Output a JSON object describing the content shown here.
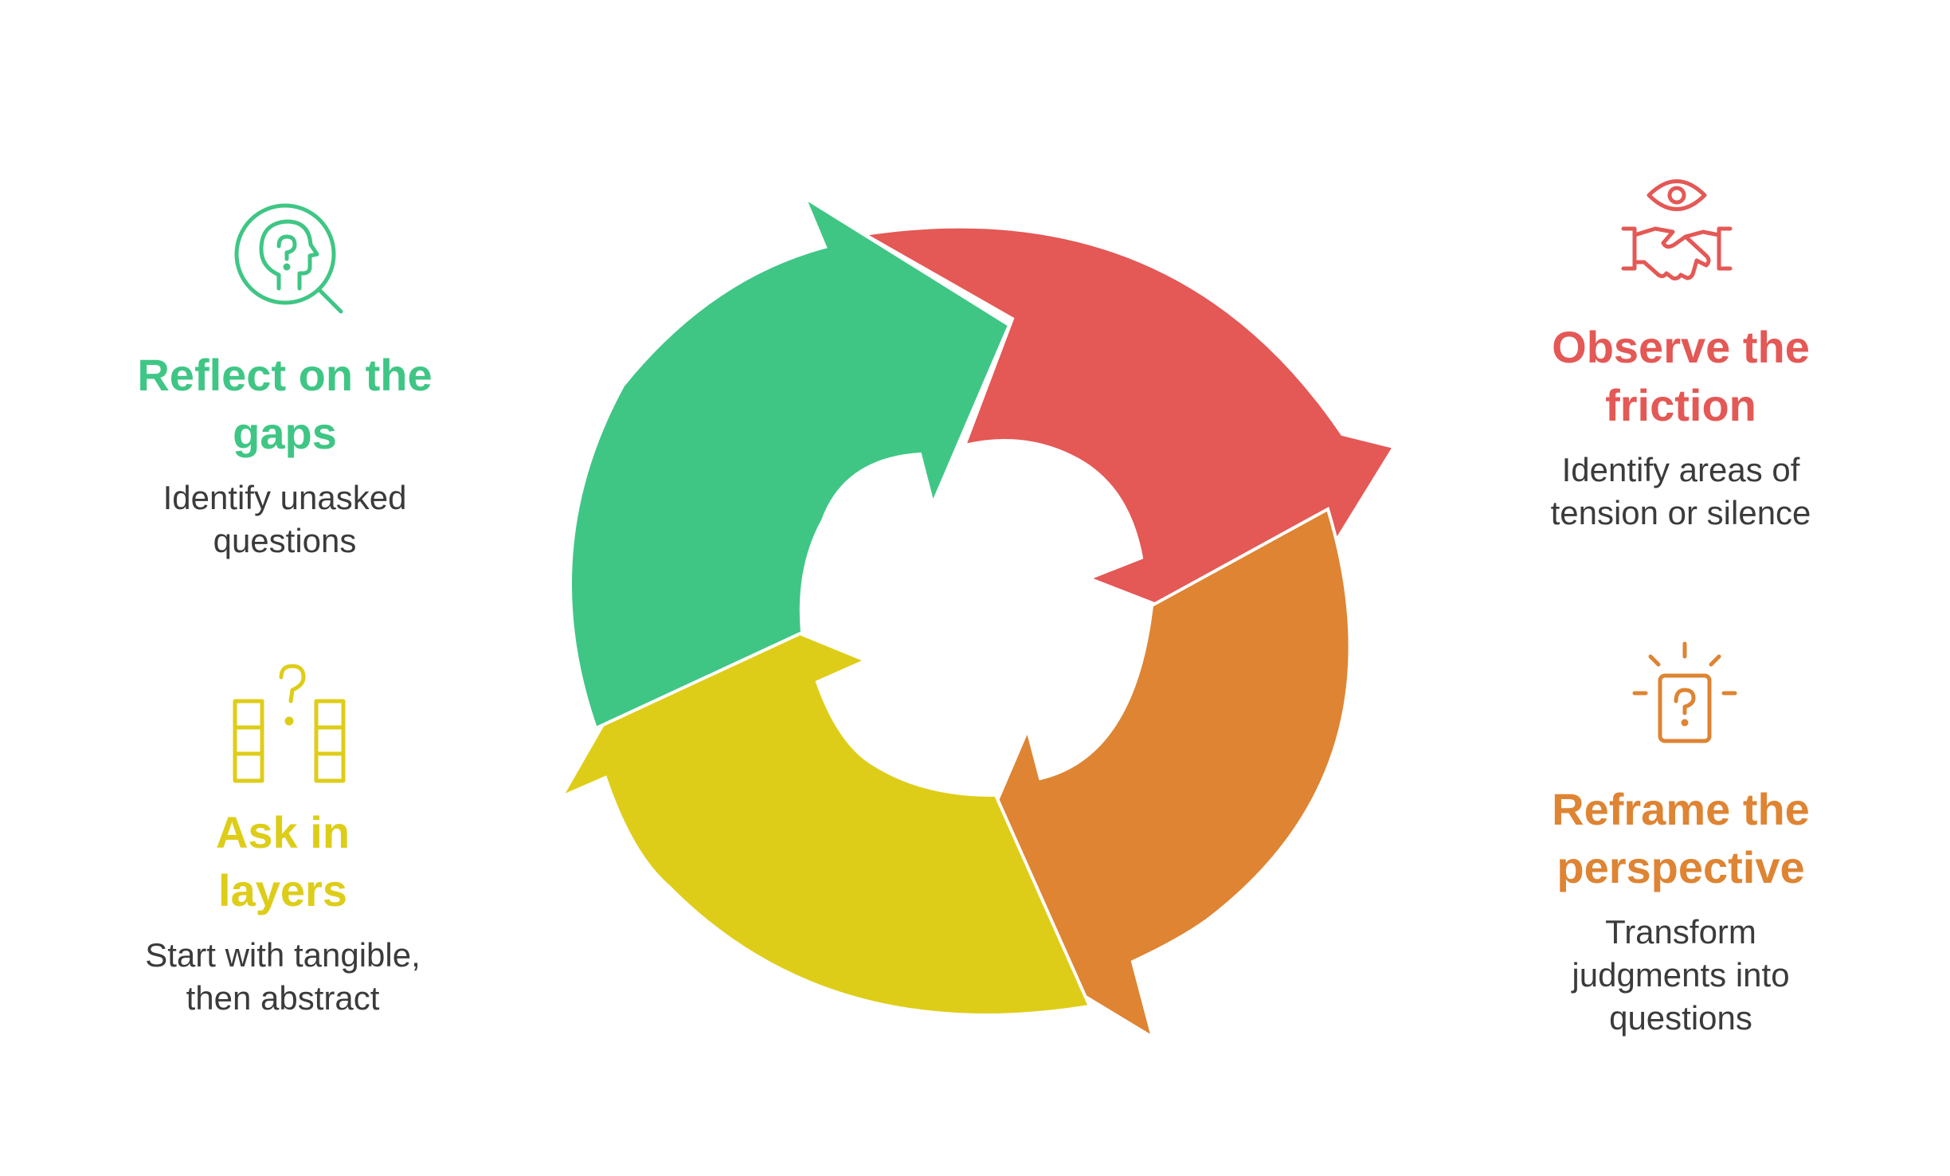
{
  "steps": [
    {
      "id": "reflect",
      "title_line1": "Reflect on the",
      "title_line2": "gaps",
      "desc_line1": "Identify unasked",
      "desc_line2": "questions",
      "color": "#3fc685",
      "icon": "head-question-magnifier-icon"
    },
    {
      "id": "observe",
      "title_line1": "Observe the",
      "title_line2": "friction",
      "desc_line1": "Identify areas of",
      "desc_line2": "tension or silence",
      "color": "#e45855",
      "icon": "eye-handshake-icon"
    },
    {
      "id": "reframe",
      "title_line1": "Reframe the",
      "title_line2": "perspective",
      "desc_line1": "Transform",
      "desc_line2": "judgments into",
      "desc_line3": "questions",
      "color": "#de8433",
      "icon": "question-card-idea-icon"
    },
    {
      "id": "ask",
      "title_line1": "Ask in",
      "title_line2": "layers",
      "desc_line1": "Start with tangible,",
      "desc_line2": "then abstract",
      "color": "#decd18",
      "icon": "layered-stacks-question-icon"
    }
  ],
  "colors": {
    "green": "#3fc685",
    "red": "#e45855",
    "orange": "#de8433",
    "yellow": "#decd18",
    "text": "#3b3b3b"
  }
}
